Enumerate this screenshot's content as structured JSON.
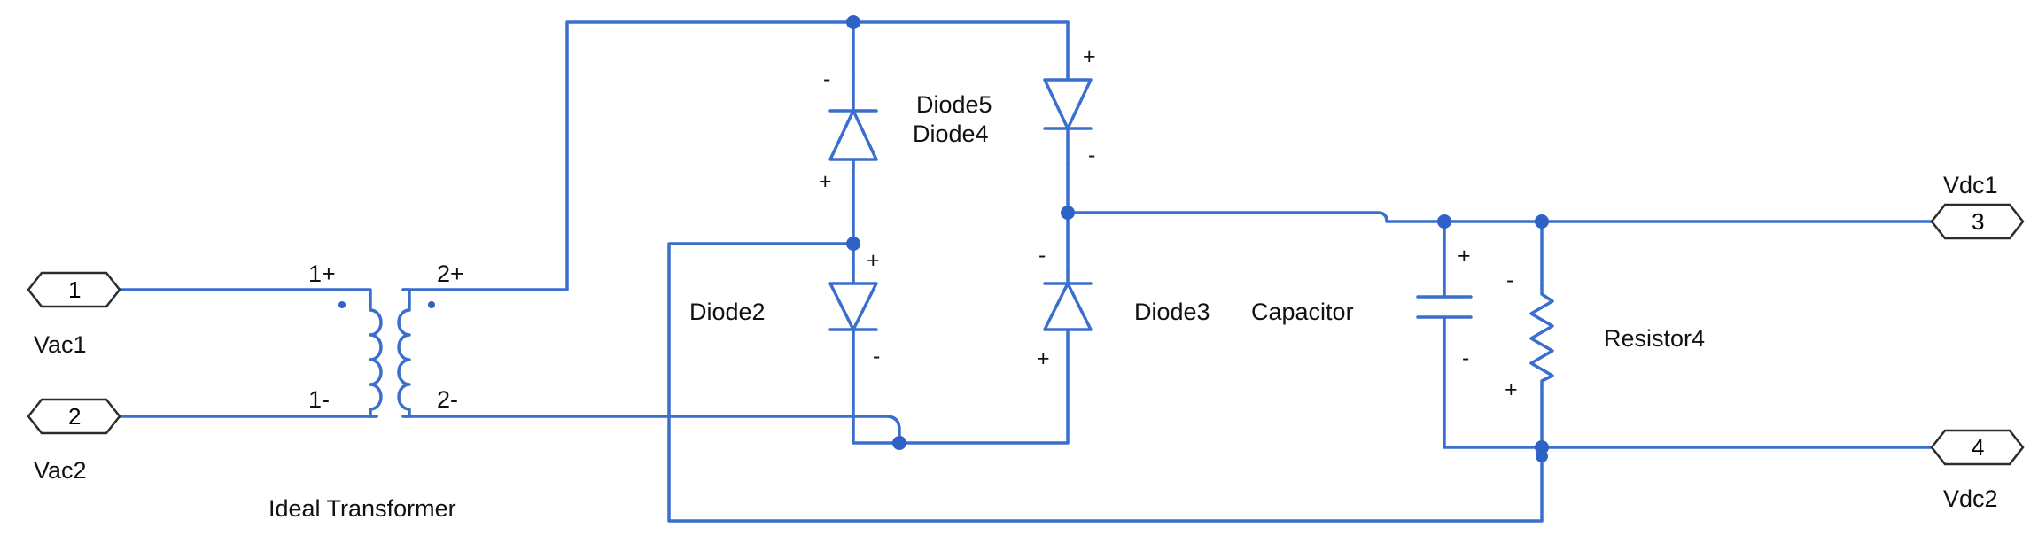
{
  "ports": {
    "vac1": {
      "number": "1",
      "label": "Vac1"
    },
    "vac2": {
      "number": "2",
      "label": "Vac2"
    },
    "vdc1": {
      "number": "3",
      "label": "Vdc1"
    },
    "vdc2": {
      "number": "4",
      "label": "Vdc2"
    }
  },
  "transformer": {
    "name": "Ideal Transformer",
    "primary_plus": "1+",
    "primary_minus": "1-",
    "secondary_plus": "2+",
    "secondary_minus": "2-"
  },
  "diodes": {
    "diode2": {
      "name": "Diode2",
      "plus": "+",
      "minus": "-"
    },
    "diode3": {
      "name": "Diode3",
      "plus": "+",
      "minus": "-"
    },
    "diode4": {
      "name": "Diode4",
      "plus": "+",
      "minus": "-"
    },
    "diode5": {
      "name": "Diode5",
      "plus": "+",
      "minus": "-"
    }
  },
  "capacitor": {
    "name": "Capacitor",
    "plus": "+",
    "minus": "-"
  },
  "resistor": {
    "name": "Resistor4",
    "plus": "+",
    "minus": "-"
  },
  "colors": {
    "wire": "#3a6fce",
    "junction": "#2f62c7",
    "port_border": "#2c2c2c"
  }
}
